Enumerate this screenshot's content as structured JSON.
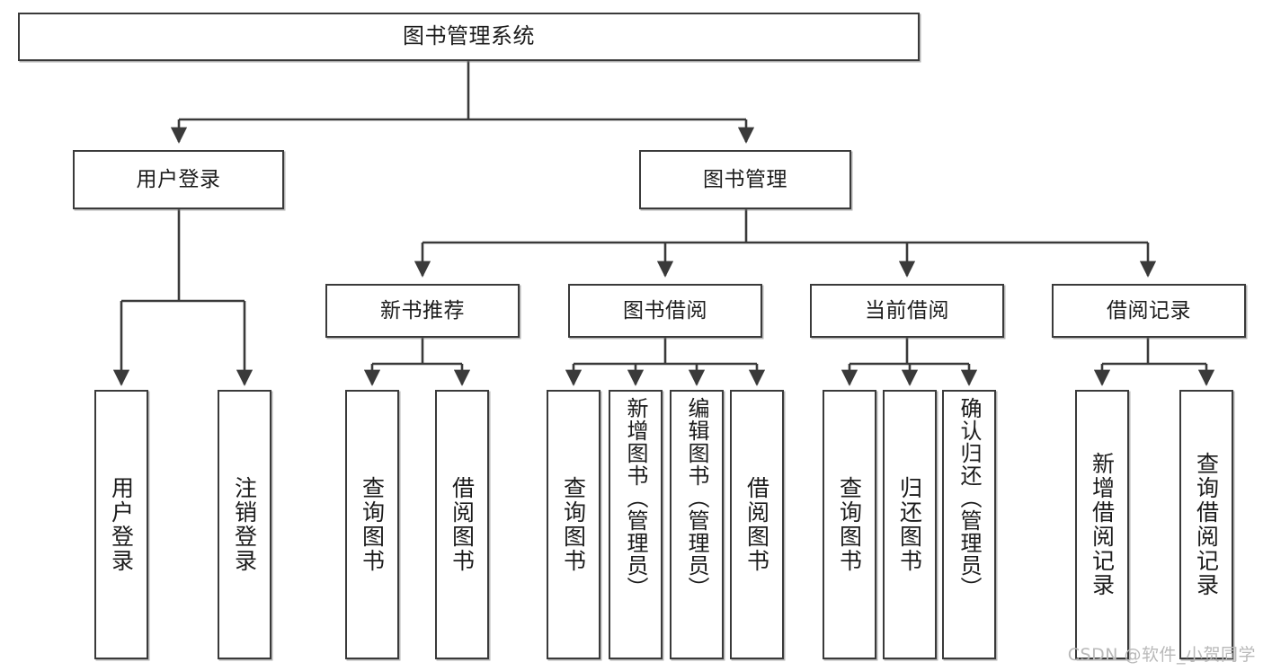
{
  "diagram": {
    "title": "图书管理系统",
    "type": "hierarchy-tree",
    "levels": 4,
    "stroke_color": "#3a3a3a",
    "fill_color": "#ffffff",
    "text_color": "#1c1c1c"
  },
  "nodes": {
    "root": {
      "label": "图书管理系统"
    },
    "level2": [
      {
        "label": "用户登录"
      },
      {
        "label": "图书管理"
      }
    ],
    "level3": [
      {
        "label": "新书推荐"
      },
      {
        "label": "图书借阅"
      },
      {
        "label": "当前借阅"
      },
      {
        "label": "借阅记录"
      }
    ],
    "leaves_user_login": [
      {
        "label": "用户登录"
      },
      {
        "label": "注销登录"
      }
    ],
    "leaves_new_book": [
      {
        "label": "查询图书"
      },
      {
        "label": "借阅图书"
      }
    ],
    "leaves_borrow": [
      {
        "label": "查询图书"
      },
      {
        "label": "新增图书（管理员）"
      },
      {
        "label": "编辑图书（管理员）"
      },
      {
        "label": "借阅图书"
      }
    ],
    "leaves_current": [
      {
        "label": "查询图书"
      },
      {
        "label": "归还图书"
      },
      {
        "label": "确认归还（管理员）"
      }
    ],
    "leaves_records": [
      {
        "label": "新增借阅记录"
      },
      {
        "label": "查询借阅记录"
      }
    ]
  },
  "watermark": {
    "text": "CSDN @软件_小贺同学"
  }
}
